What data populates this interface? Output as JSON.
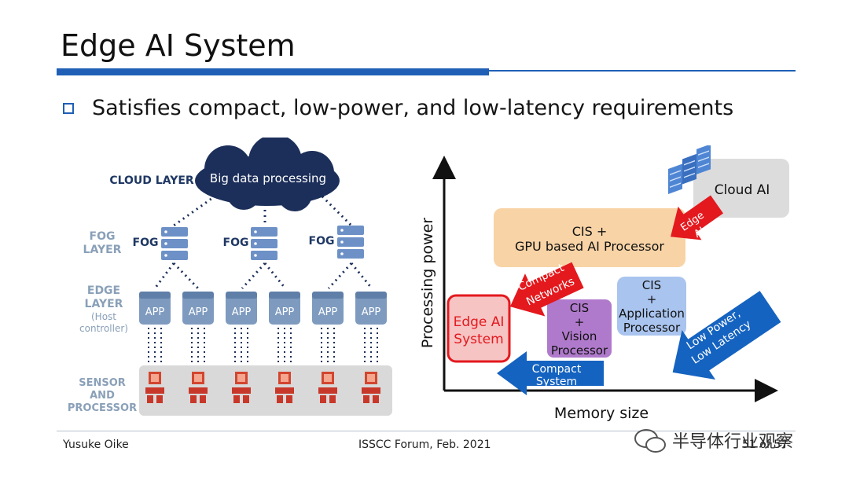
{
  "slide": {
    "title": "Edge AI System",
    "bullet": "Satisfies compact, low-power, and low-latency requirements"
  },
  "left_diagram": {
    "cloud_layer_label": "CLOUD LAYER",
    "cloud_text": "Big data processing",
    "fog_layer_label": [
      "FOG",
      "LAYER"
    ],
    "fog_node_label": "FOG",
    "edge_layer_label": [
      "EDGE",
      "LAYER",
      "(Host",
      "controller)"
    ],
    "app_label": "APP",
    "sensor_label": [
      "SENSOR",
      "AND",
      "PROCESSOR"
    ]
  },
  "right_diagram": {
    "y_axis_label": "Processing power",
    "x_axis_label": "Memory size",
    "cloud_ai": "Cloud AI",
    "cis_gpu": [
      "CIS +",
      "GPU based AI Processor"
    ],
    "cis_app": [
      "CIS",
      "+",
      "Application",
      "Processor"
    ],
    "cis_vision": [
      "CIS",
      "+",
      "Vision",
      "Processor"
    ],
    "edge_ai_system": [
      "Edge AI",
      "System"
    ],
    "arrow_edge_ai": [
      "Edge",
      "AI"
    ],
    "arrow_compact_networks": [
      "Compact",
      "Networks"
    ],
    "arrow_compact_system": [
      "Compact",
      "System"
    ],
    "arrow_low_power": [
      "Low Power,",
      "Low Latency"
    ]
  },
  "colors": {
    "accent_blue": "#1f5fb5",
    "cloud_navy": "#1c2f5a",
    "server_blue": "#6d91c7",
    "gpu_orange": "#f8d3a6",
    "edge_red": "#e3191e",
    "edge_fill": "#f7c4c4",
    "vision_purple": "#b07acc",
    "app_blue": "#a9c4ee",
    "arrow_blue": "#1563c0",
    "cloud_gray": "#dcdcdc"
  },
  "footer": {
    "author": "Yusuke Oike",
    "conference": "ISSCC Forum, Feb. 2021",
    "page": "51 of 57",
    "watermark": "半导体行业观察"
  }
}
